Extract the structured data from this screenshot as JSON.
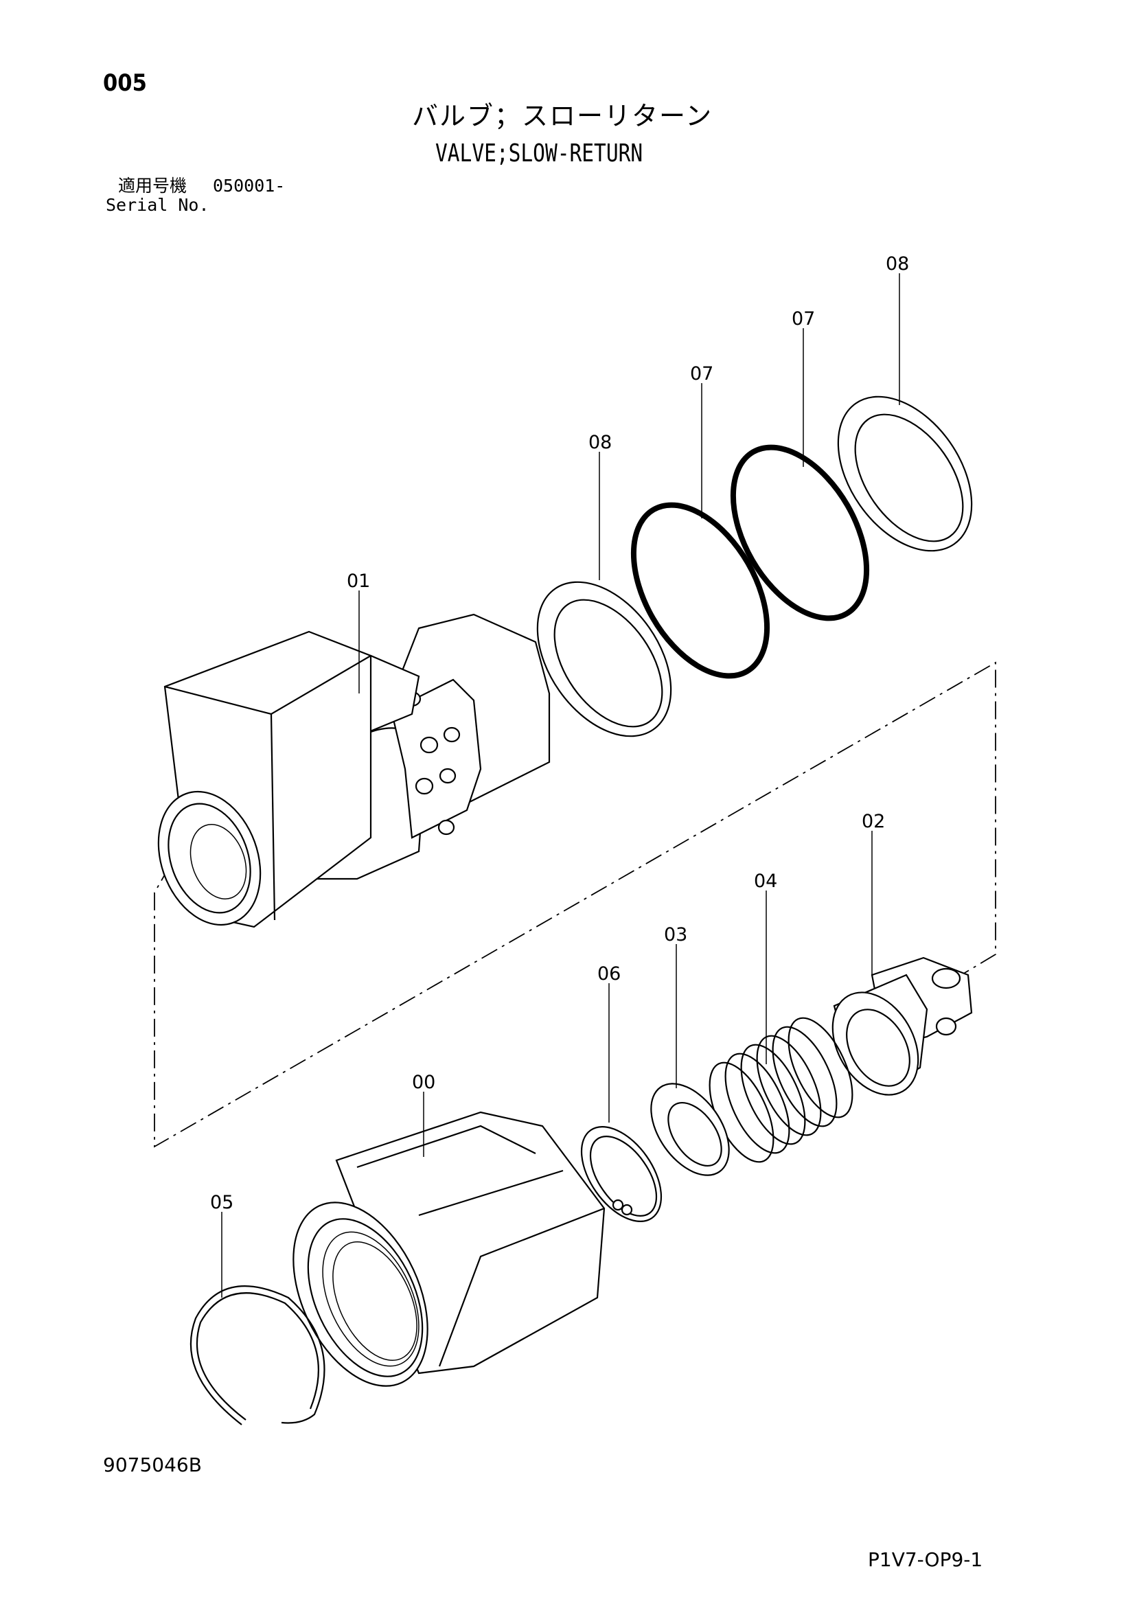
{
  "header": {
    "page_no": "005",
    "title_jp": "バルブ；スローリターン",
    "title_en": "VALVE;SLOW-RETURN",
    "serial_label_jp": "適用号機",
    "serial_number": "050001-",
    "serial_label_en": "Serial No."
  },
  "footer": {
    "drawing_no": "9075046B",
    "sheet_id": "P1V7-OP9-1"
  },
  "parts": [
    {
      "id": "part-08-right",
      "label": "08"
    },
    {
      "id": "part-07-right",
      "label": "07"
    },
    {
      "id": "part-07-left",
      "label": "07"
    },
    {
      "id": "part-08-left",
      "label": "08"
    },
    {
      "id": "part-01",
      "label": "01"
    },
    {
      "id": "part-02",
      "label": "02"
    },
    {
      "id": "part-04",
      "label": "04"
    },
    {
      "id": "part-03",
      "label": "03"
    },
    {
      "id": "part-06",
      "label": "06"
    },
    {
      "id": "part-00",
      "label": "00"
    },
    {
      "id": "part-05",
      "label": "05"
    }
  ]
}
